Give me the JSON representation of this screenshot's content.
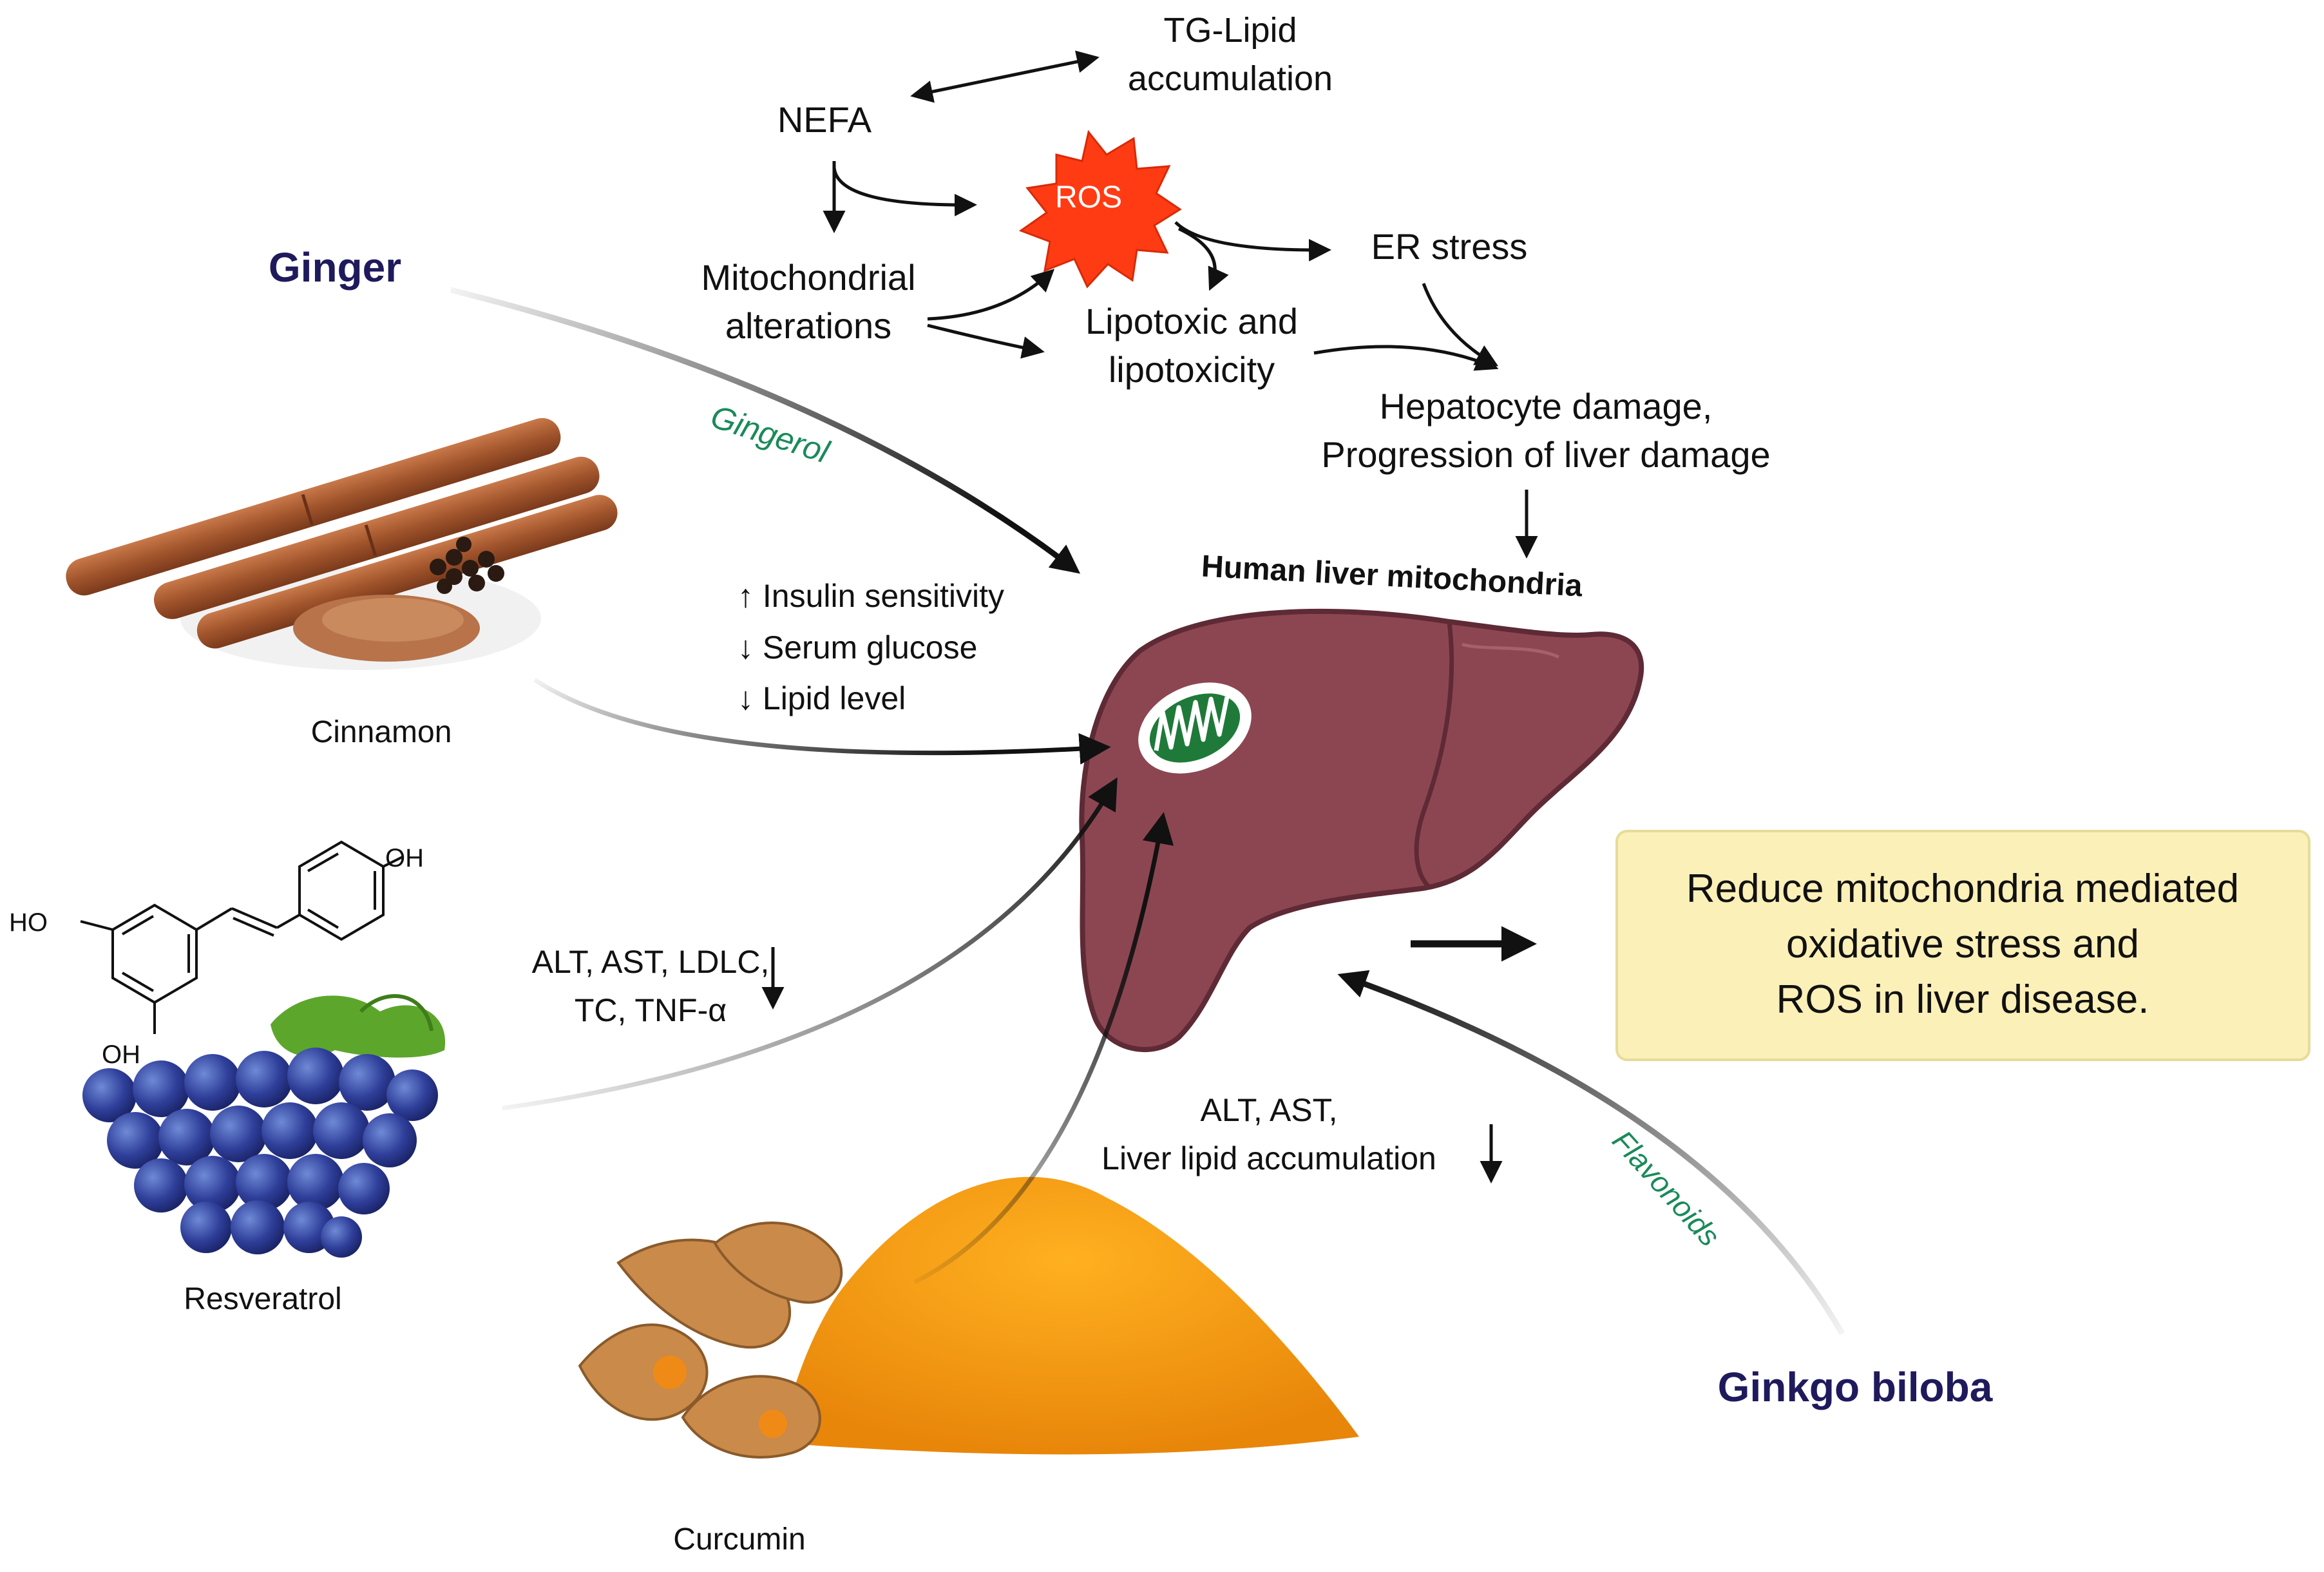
{
  "pathway": {
    "tg_lipid_line1": "TG-Lipid",
    "tg_lipid_line2": "accumulation",
    "nefa": "NEFA",
    "ros": "ROS",
    "er_stress": "ER stress",
    "mito_alt_line1": "Mitochondrial",
    "mito_alt_line2": "alterations",
    "lipotoxic_line1": "Lipotoxic and",
    "lipotoxic_line2": "lipotoxicity",
    "hepatocyte_line1": "Hepatocyte damage,",
    "hepatocyte_line2": "Progression of liver damage"
  },
  "liver": {
    "title": "Human liver mitochondria"
  },
  "herbs": {
    "ginger": {
      "name": "Ginger",
      "compound": "Gingerol"
    },
    "cinnamon": {
      "name": "Cinnamon"
    },
    "resveratrol": {
      "name": "Resveratrol"
    },
    "curcumin": {
      "name": "Curcumin"
    },
    "ginkgo": {
      "name": "Ginkgo biloba",
      "compound": "Flavonoids"
    }
  },
  "molecule_labels": {
    "oh_top": "OH",
    "ho_left": "HO",
    "oh_bottom": "OH"
  },
  "effects": {
    "cinnamon_line1": "↑ Insulin sensitivity",
    "cinnamon_line2": "↓ Serum glucose",
    "cinnamon_line3": "↓ Lipid level",
    "resveratrol_line1": "ALT, AST, LDLC,",
    "resveratrol_line2": "TC, TNF-α",
    "curcumin_line1": "ALT, AST,",
    "curcumin_line2": "Liver lipid accumulation"
  },
  "outcome": {
    "line1": "Reduce mitochondria mediated",
    "line2": "oxidative stress and",
    "line3": "ROS in liver disease."
  },
  "colors": {
    "herb_name": "#1f1a5c",
    "compound": "#1a8a5a",
    "ros_fill": "#ff3b14",
    "liver": "#8c4652",
    "liver_dark": "#5e2a35",
    "mito": "#1f7a3a",
    "outcome_box": "#fbf0b8"
  },
  "icons": [
    "ros-burst-icon",
    "liver-icon",
    "mitochondrion-icon",
    "cinnamon-image",
    "resveratrol-molecule-icon",
    "grapes-image",
    "turmeric-image"
  ]
}
